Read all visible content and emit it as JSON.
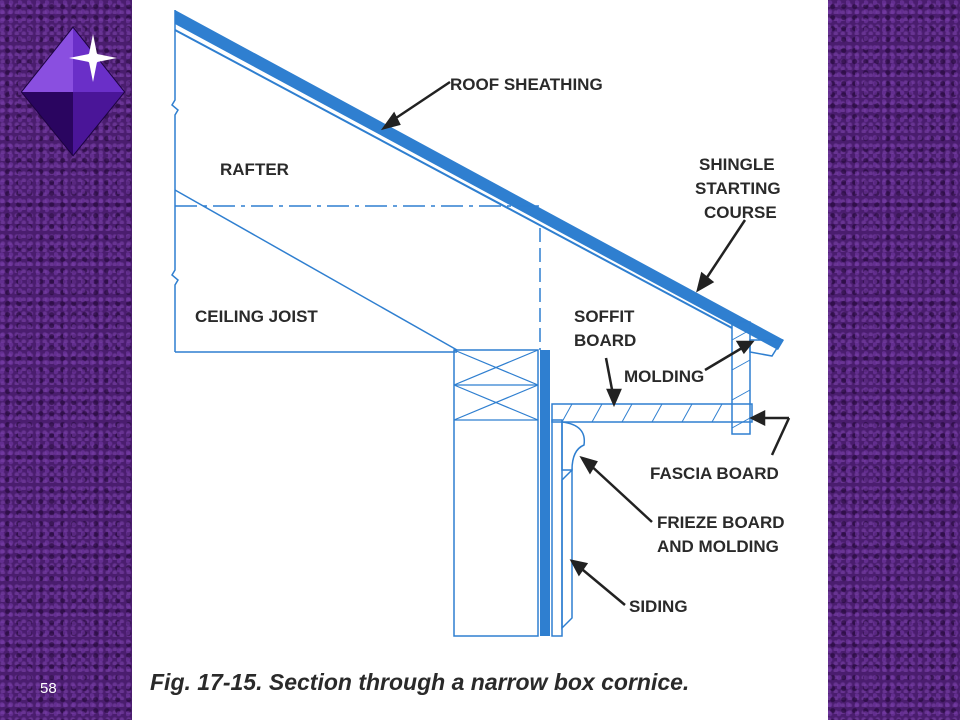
{
  "slide": {
    "page_number": "58"
  },
  "labels": {
    "roof_sheathing": "ROOF SHEATHING",
    "rafter": "RAFTER",
    "shingle_1": "SHINGLE",
    "shingle_2": "STARTING",
    "shingle_3": "COURSE",
    "ceiling_joist": "CEILING JOIST",
    "soffit_1": "SOFFIT",
    "soffit_2": "BOARD",
    "molding": "MOLDING",
    "fascia": "FASCIA BOARD",
    "frieze_1": "FRIEZE BOARD",
    "frieze_2": "AND MOLDING",
    "siding": "SIDING"
  },
  "caption": "Fig. 17-15. Section through a narrow box cornice.",
  "colors": {
    "background": "#4a1d6e",
    "drawing": "#2f7fd0",
    "text": "#2a2a2a"
  },
  "icons": {
    "logo": "purple-diamond-sparkle-icon"
  }
}
